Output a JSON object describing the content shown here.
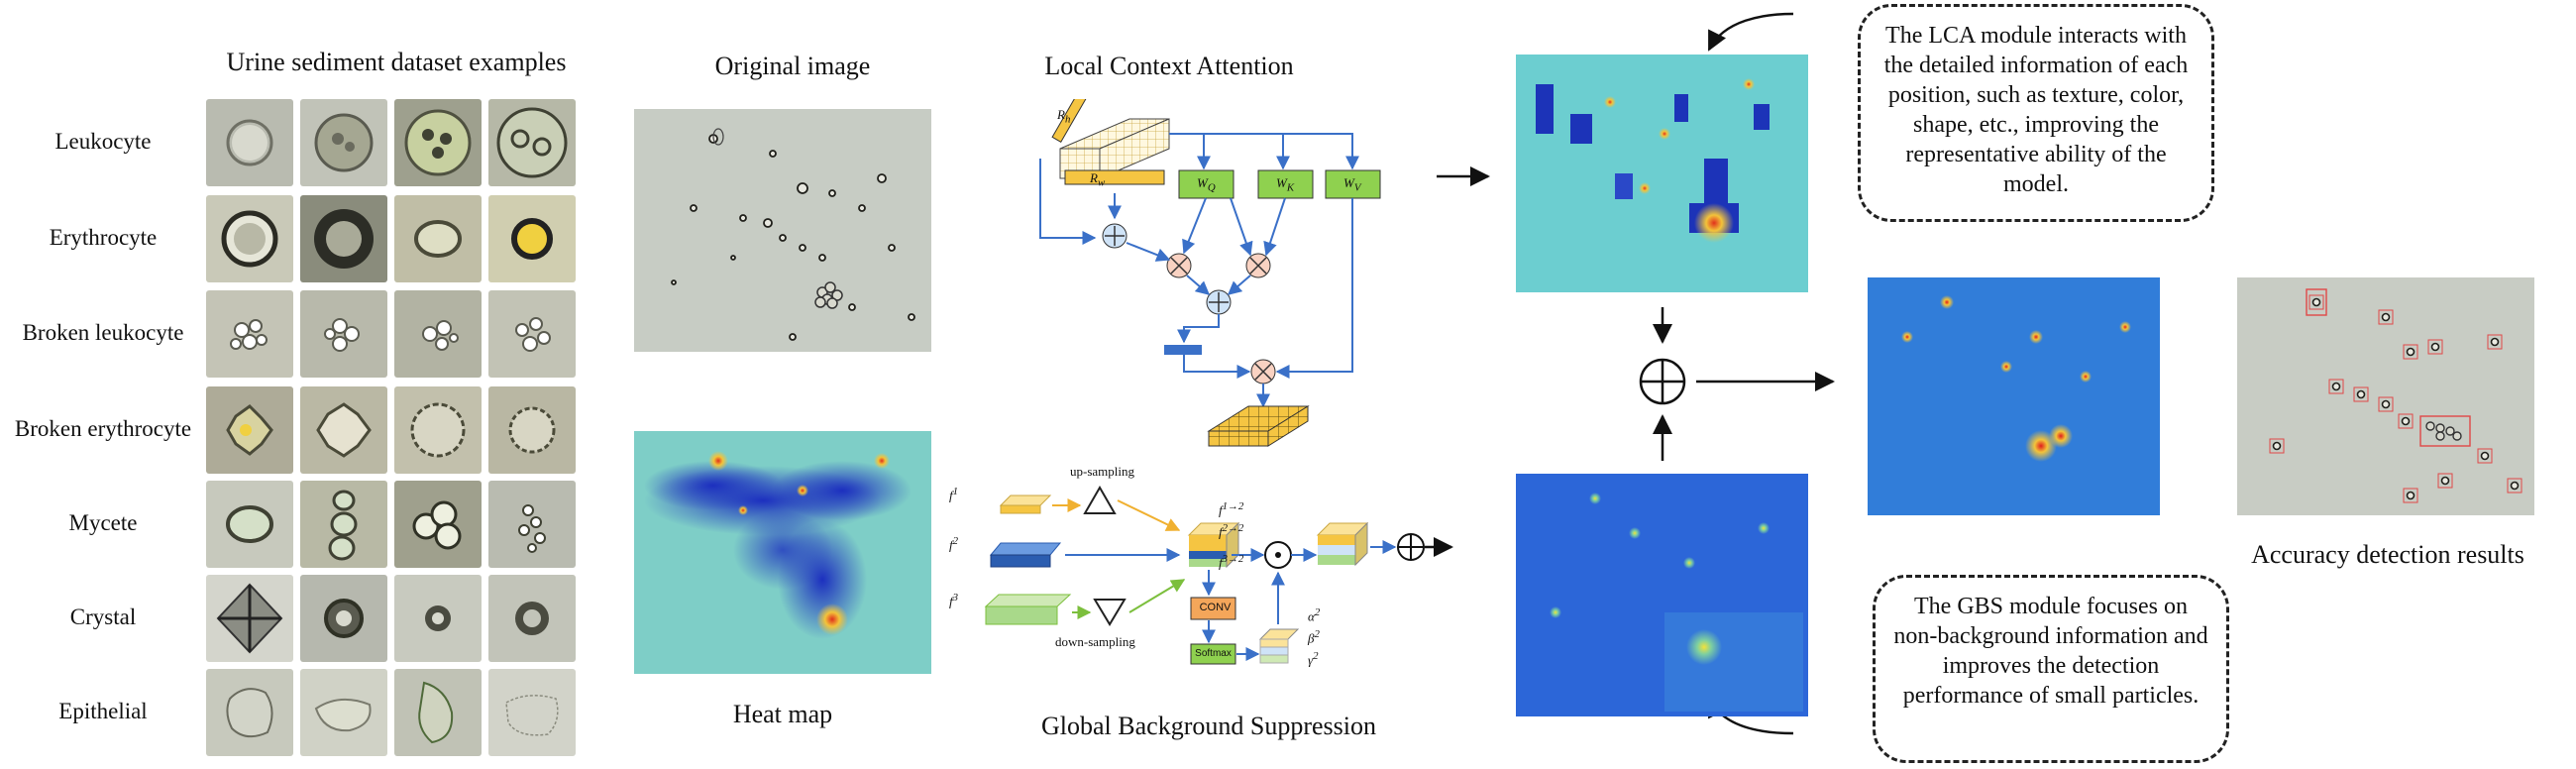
{
  "dataset": {
    "title": "Urine sediment dataset examples",
    "rows": [
      {
        "label": "Leukocyte",
        "kind": "leuko"
      },
      {
        "label": "Erythrocyte",
        "kind": "ery"
      },
      {
        "label": "Broken leukocyte",
        "kind": "bleuko"
      },
      {
        "label": "Broken erythrocyte",
        "kind": "bery"
      },
      {
        "label": "Mycete",
        "kind": "myc"
      },
      {
        "label": "Crystal",
        "kind": "cry"
      },
      {
        "label": "Epithelial",
        "kind": "epi"
      }
    ]
  },
  "original": {
    "title": "Original image"
  },
  "heatmap": {
    "label": "Heat map"
  },
  "lca": {
    "title": "Local Context Attention",
    "rh_label": "R",
    "rh_sub": "h",
    "rw_label": "R",
    "rw_sub": "w",
    "wq": "W",
    "wq_sub": "Q",
    "wk": "W",
    "wk_sub": "K",
    "wv": "W",
    "wv_sub": "V"
  },
  "gbs": {
    "title": "Global Background Suppression",
    "up_label": "up-sampling",
    "down_label": "down-sampling",
    "f1": "f",
    "f1_sup": "1",
    "f2": "f",
    "f2_sup": "2",
    "f3": "f",
    "f3_sup": "3",
    "f12": "f",
    "f12_sup": "1→2",
    "f22": "f",
    "f22_sup": "2→2",
    "f32": "f",
    "f32_sup": "3→2",
    "conv": "CONV",
    "softmax": "Softmax",
    "alpha": "α",
    "alpha_sup": "2",
    "beta": "β",
    "beta_sup": "2",
    "gamma": "γ",
    "gamma_sup": "2"
  },
  "notes": {
    "lca_note": "The LCA module interacts with the detailed information of each position, such as texture, color, shape, etc., improving the representative ability of the model.",
    "gbs_note": "The GBS module focuses on non-background information and improves the detection performance of small particles."
  },
  "results": {
    "label": "Accuracy detection results"
  },
  "colors": {
    "blue": "#1f5fc8",
    "arrow": "#3a70c8",
    "yellow": "#f5c542",
    "green": "#8fd14f",
    "orange": "#f4a65a"
  }
}
